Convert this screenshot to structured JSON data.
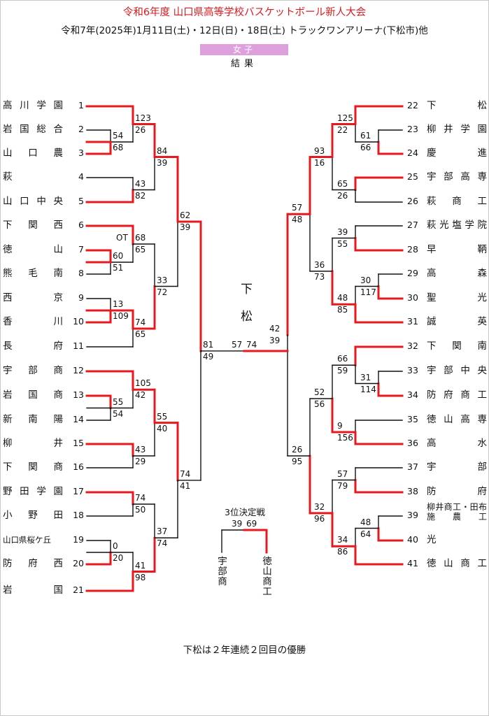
{
  "header": {
    "title": "令和6年度 山口県高等学校バスケットボール新人大会",
    "subtitle": "令和7年(2025年)1月11日(土)・12日(日)・18日(土) トラックワンアリーナ(下松市)他",
    "division": "女子",
    "result_label": "結果"
  },
  "colors": {
    "winner_line": "#e8191e",
    "loser_line": "#111111",
    "title": "#e0191e",
    "division_bg": "#dda0dd"
  },
  "teams_left": [
    {
      "num": "1",
      "name": "高川学園"
    },
    {
      "num": "2",
      "name": "岩国総合"
    },
    {
      "num": "3",
      "name": "山口農"
    },
    {
      "num": "4",
      "name": "萩"
    },
    {
      "num": "5",
      "name": "山口中央"
    },
    {
      "num": "6",
      "name": "下関西"
    },
    {
      "num": "7",
      "name": "徳山"
    },
    {
      "num": "8",
      "name": "熊毛南"
    },
    {
      "num": "9",
      "name": "西京"
    },
    {
      "num": "10",
      "name": "香川"
    },
    {
      "num": "11",
      "name": "長府"
    },
    {
      "num": "12",
      "name": "宇部商"
    },
    {
      "num": "13",
      "name": "岩国商"
    },
    {
      "num": "14",
      "name": "新南陽"
    },
    {
      "num": "15",
      "name": "柳井"
    },
    {
      "num": "16",
      "name": "下関商"
    },
    {
      "num": "17",
      "name": "野田学園"
    },
    {
      "num": "18",
      "name": "小野田"
    },
    {
      "num": "19",
      "name": "山口県桜ケ丘"
    },
    {
      "num": "20",
      "name": "防府西"
    },
    {
      "num": "21",
      "name": "岩国"
    }
  ],
  "teams_right": [
    {
      "num": "22",
      "name": "下松"
    },
    {
      "num": "23",
      "name": "柳井学園"
    },
    {
      "num": "24",
      "name": "慶進"
    },
    {
      "num": "25",
      "name": "宇部高専"
    },
    {
      "num": "26",
      "name": "萩商工"
    },
    {
      "num": "27",
      "name": "萩光塩学院"
    },
    {
      "num": "28",
      "name": "早鞆"
    },
    {
      "num": "29",
      "name": "高森"
    },
    {
      "num": "30",
      "name": "聖光"
    },
    {
      "num": "31",
      "name": "誠英"
    },
    {
      "num": "32",
      "name": "下関南"
    },
    {
      "num": "33",
      "name": "宇部中央"
    },
    {
      "num": "34",
      "name": "防府商工"
    },
    {
      "num": "35",
      "name": "徳山高専"
    },
    {
      "num": "36",
      "name": "高水"
    },
    {
      "num": "37",
      "name": "宇部"
    },
    {
      "num": "38",
      "name": "防府"
    },
    {
      "num": "39",
      "name": "柳井商工・田布施農工"
    },
    {
      "num": "40",
      "name": "光"
    },
    {
      "num": "41",
      "name": "徳山商工"
    }
  ],
  "scores_left": [
    {
      "a": "123",
      "b": "26"
    },
    {
      "a": "54",
      "b": "68"
    },
    {
      "a": "43",
      "b": "82"
    },
    {
      "a": "84",
      "b": "39"
    },
    {
      "a": "68",
      "b": "65",
      "note": "OT"
    },
    {
      "a": "60",
      "b": "51"
    },
    {
      "a": "13",
      "b": "109"
    },
    {
      "a": "74",
      "b": "65"
    },
    {
      "a": "33",
      "b": "72"
    },
    {
      "a": "62",
      "b": "39"
    },
    {
      "a": "105",
      "b": "42"
    },
    {
      "a": "55",
      "b": "54"
    },
    {
      "a": "43",
      "b": "29"
    },
    {
      "a": "55",
      "b": "40"
    },
    {
      "a": "74",
      "b": "50"
    },
    {
      "a": "0",
      "b": "20"
    },
    {
      "a": "41",
      "b": "98"
    },
    {
      "a": "37",
      "b": "74"
    },
    {
      "a": "74",
      "b": "41"
    },
    {
      "a": "81",
      "b": "49"
    }
  ],
  "scores_right": [
    {
      "a": "125",
      "b": "22"
    },
    {
      "a": "61",
      "b": "66"
    },
    {
      "a": "93",
      "b": "16"
    },
    {
      "a": "65",
      "b": "26"
    },
    {
      "a": "57",
      "b": "48"
    },
    {
      "a": "39",
      "b": "55"
    },
    {
      "a": "30",
      "b": "117"
    },
    {
      "a": "48",
      "b": "85"
    },
    {
      "a": "36",
      "b": "73"
    },
    {
      "a": "66",
      "b": "59"
    },
    {
      "a": "31",
      "b": "114"
    },
    {
      "a": "52",
      "b": "56"
    },
    {
      "a": "9",
      "b": "156"
    },
    {
      "a": "57",
      "b": "79"
    },
    {
      "a": "48",
      "b": "64"
    },
    {
      "a": "34",
      "b": "86"
    },
    {
      "a": "32",
      "b": "96"
    },
    {
      "a": "26",
      "b": "95"
    },
    {
      "a": "42",
      "b": "39"
    }
  ],
  "final": {
    "left_score": "57",
    "right_score": "74",
    "champion": "下松"
  },
  "third_place": {
    "title": "3位決定戦",
    "left_score": "39",
    "right_score": "69",
    "left_team": "宇部商",
    "right_team": "徳山商工"
  },
  "footer": "下松は２年連続２回目の優勝"
}
